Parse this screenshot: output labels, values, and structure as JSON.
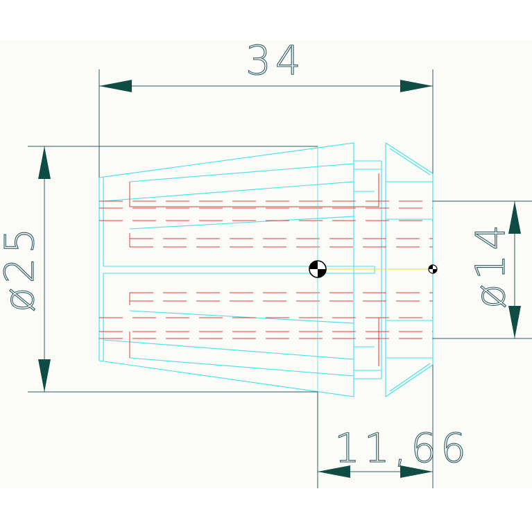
{
  "drawing": {
    "dimensions": {
      "overall_length": "34",
      "outer_diameter": "ø25",
      "bore_diameter": "ø14",
      "nose_length": "11,66"
    },
    "colors": {
      "dimension": "#2c5962",
      "arrowhead": "#0f4c44",
      "outline": "#41e0ec",
      "hidden": "#e23b3b",
      "centerline": "#e8e23a"
    }
  }
}
